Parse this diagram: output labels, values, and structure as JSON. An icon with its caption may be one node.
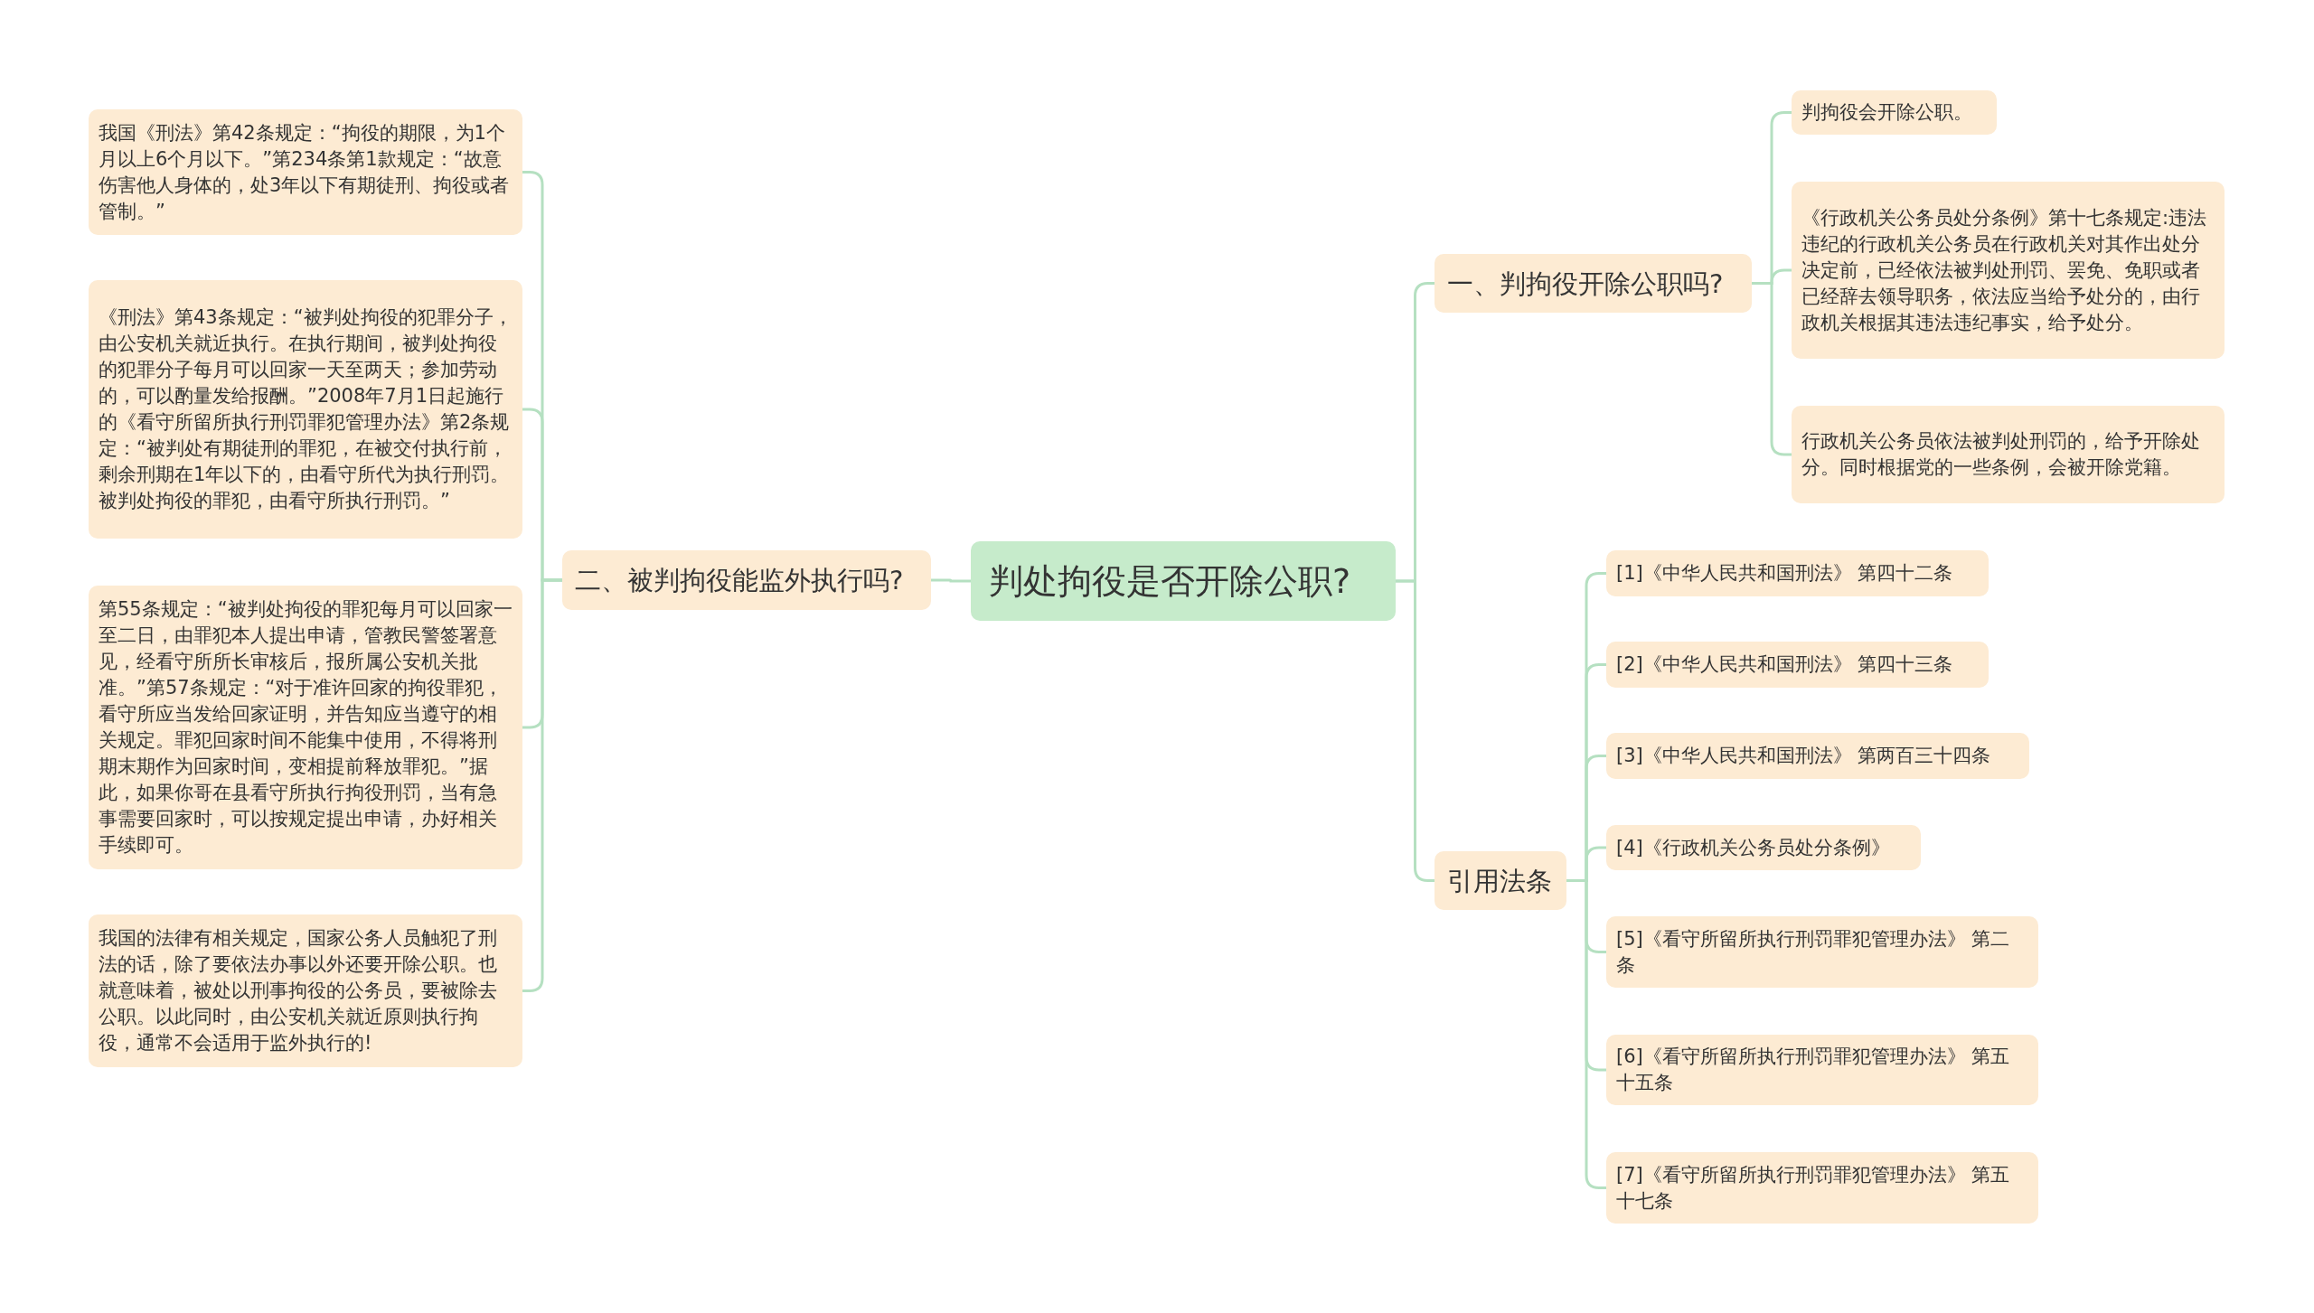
{
  "diagram": {
    "nodes": [
      {
        "text": [
          "判处拘役是否开除公职?"
        ]
      },
      {
        "text": [
          "一、判拘役开除公职吗?"
        ]
      },
      {
        "text": [
          "判拘役会开除公职。"
        ]
      },
      {
        "text": [
          "《行政机关公务员处分条例》第十七条规定:违法违纪的行政机关公务员在行政机关对其作出处分决定前，已经依法被判处刑罚、罢免、免职或者已经辞去领导职务，依法应当给予处分的，由行政机关根据其违法违纪事实，给予处分。"
        ]
      },
      {
        "text": [
          "行政机关公务员依法被判处刑罚的，给予开除处分。同时根据党的一些条例，会被开除党籍。"
        ]
      },
      {
        "text": [
          "二、被判拘役能监外执行吗?"
        ]
      },
      {
        "text": [
          "我国《刑法》第42条规定：“拘役的期限，为1个月以上6个月以下。”第234条第1款规定：“故意伤害他人身体的，处3年以下有期徒刑、拘役或者管制。”"
        ]
      },
      {
        "text": [
          "《刑法》第43条规定：“被判处拘役的犯罪分子，由公安机关就近执行。在执行期间，被判处拘役的犯罪分子每月可以回家一天至两天；参加劳动的，可以酌量发给报酬。”2008年7月1日起施行的《看守所留所执行刑罚罪犯管理办法》第2条规定：“被判处有期徒刑的罪犯，在被交付执行前，剩余刑期在1年以下的，由看守所代为执行刑罚。被判处拘役的罪犯，由看守所执行刑罚。”"
        ]
      },
      {
        "text": [
          "第55条规定：“被判处拘役的罪犯每月可以回家一至二日，由罪犯本人提出申请，管教民警签署意见，经看守所所长审核后，报所属公安机关批准。”第57条规定：“对于准许回家的拘役罪犯，看守所应当发给回家证明，并告知应当遵守的相关规定。罪犯回家时间不能集中使用，不得将刑期末期作为回家时间，变相提前释放罪犯。”据此，如果你哥在县看守所执行拘役刑罚，当有急事需要回家时，可以按规定提出申请，办好相关手续即可。"
        ]
      },
      {
        "text": [
          "我国的法律有相关规定，国家公务人员触犯了刑法的话，除了要依法办事以外还要开除公职。也就意味着，被处以刑事拘役的公务员，要被除去公职。以此同时，由公安机关就近原则执行拘役，通常不会适用于监外执行的!"
        ]
      },
      {
        "text": [
          "引用法条"
        ]
      },
      {
        "text": [
          "[1]《中华人民共和国刑法》 第四十二条"
        ]
      },
      {
        "text": [
          "[2]《中华人民共和国刑法》 第四十三条"
        ]
      },
      {
        "text": [
          "[3]《中华人民共和国刑法》 第两百三十四条"
        ]
      },
      {
        "text": [
          "[4]《行政机关公务员处分条例》"
        ]
      },
      {
        "text": [
          "[5]《看守所留所执行刑罚罪犯管理办法》 第二条"
        ]
      },
      {
        "text": [
          "[6]《看守所留所执行刑罚罪犯管理办法》 第五十五条"
        ]
      },
      {
        "text": [
          "[7]《看守所留所执行刑罚罪犯管理办法》 第五十七条"
        ]
      }
    ],
    "edges": [
      {
        "from": 0,
        "to": 1,
        "arrow": "none"
      },
      {
        "from": 1,
        "to": 2,
        "arrow": "none"
      },
      {
        "from": 1,
        "to": 3,
        "arrow": "none"
      },
      {
        "from": 1,
        "to": 4,
        "arrow": "none"
      },
      {
        "from": 0,
        "to": 5,
        "arrow": "none"
      },
      {
        "from": 5,
        "to": 6,
        "arrow": "none"
      },
      {
        "from": 5,
        "to": 7,
        "arrow": "none"
      },
      {
        "from": 5,
        "to": 8,
        "arrow": "none"
      },
      {
        "from": 5,
        "to": 9,
        "arrow": "none"
      },
      {
        "from": 0,
        "to": 10,
        "arrow": "none"
      },
      {
        "from": 10,
        "to": 11,
        "arrow": "none"
      },
      {
        "from": 10,
        "to": 12,
        "arrow": "none"
      },
      {
        "from": 10,
        "to": 13,
        "arrow": "none"
      },
      {
        "from": 10,
        "to": 14,
        "arrow": "none"
      },
      {
        "from": 10,
        "to": 15,
        "arrow": "none"
      },
      {
        "from": 10,
        "to": 16,
        "arrow": "none"
      },
      {
        "from": 10,
        "to": 17,
        "arrow": "none"
      }
    ]
  }
}
